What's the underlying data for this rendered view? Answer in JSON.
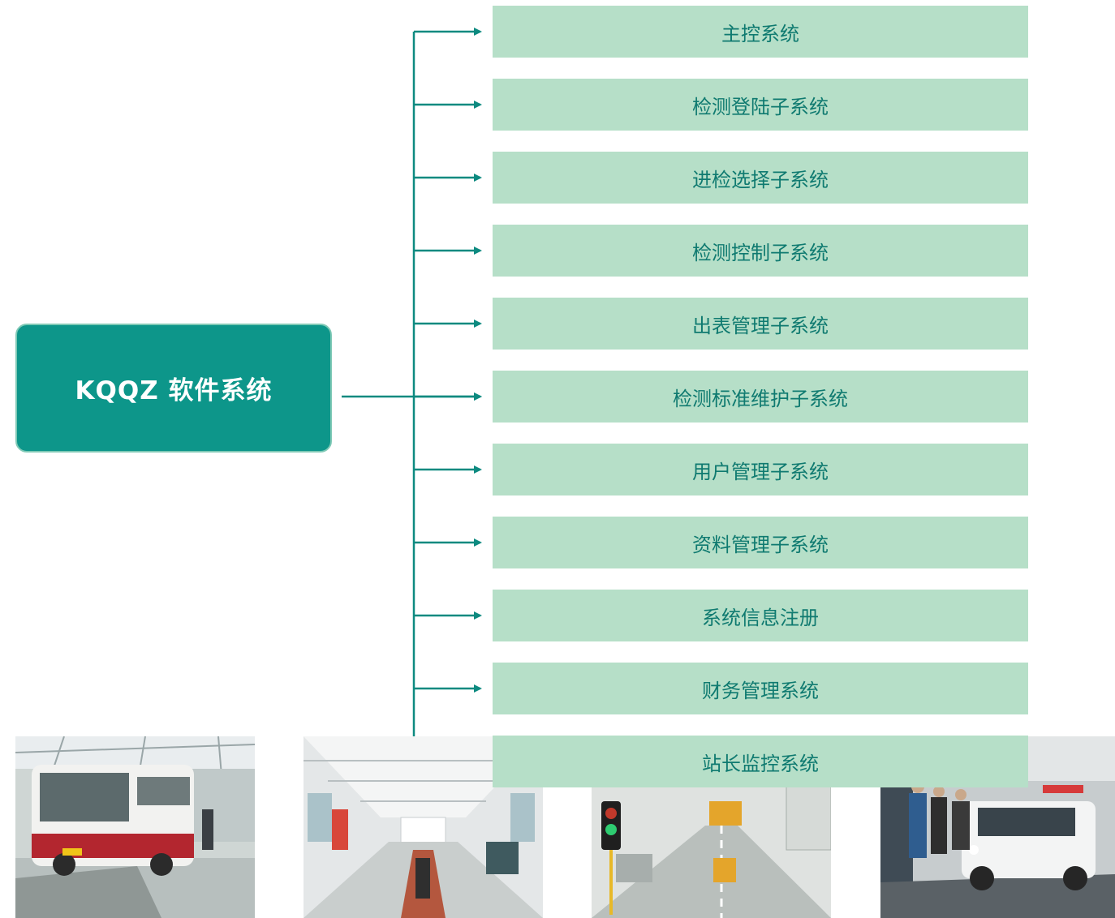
{
  "root": {
    "label": "KQQZ 软件系统"
  },
  "subsystems": [
    "主控系统",
    "检测登陆子系统",
    "进检选择子系统",
    "检测控制子系统",
    "出表管理子系统",
    "检测标准维护子系统",
    "用户管理子系统",
    "资料管理子系统",
    "系统信息注册",
    "财务管理系统",
    "站长监控系统"
  ],
  "colors": {
    "root_fill": "#0d968a",
    "node_fill": "#b6dfc8",
    "node_text": "#0f7a70",
    "connector": "#0d8a80"
  },
  "photos": [
    {
      "subject": "bus-in-inspection-bay"
    },
    {
      "subject": "inspection-hall-with-pit"
    },
    {
      "subject": "inspection-lane-with-traffic-light"
    },
    {
      "subject": "police-vehicle-inspection"
    }
  ]
}
